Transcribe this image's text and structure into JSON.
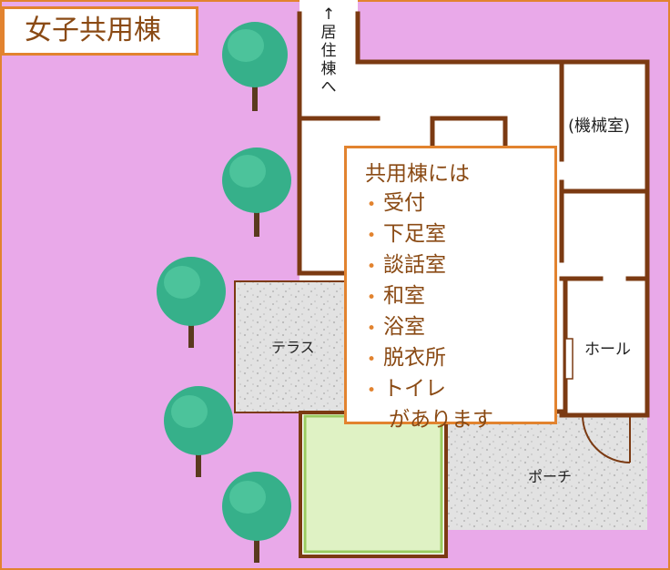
{
  "title": "女子共用棟",
  "arrow_label": [
    "↑",
    "居",
    "住",
    "棟",
    "へ"
  ],
  "rooms": {
    "machine_room": "(機械室)",
    "terrace": "テラス",
    "hall": "ホール",
    "porch": "ポーチ"
  },
  "info": {
    "heading": "共用棟には",
    "items": [
      "受付",
      "下足室",
      "談話室",
      "和室",
      "浴室",
      "脱衣所",
      "トイレ"
    ],
    "footer": "があります"
  },
  "colors": {
    "ground": "#e9a9e9",
    "wall": "#7b3a12",
    "accent": "#e2832f",
    "text_brown": "#8a4a14",
    "tatami": "#dff2c4",
    "tatami_border": "#9acb5f",
    "gravel": "#e3e3e3",
    "tree_leaf": "#36b08a",
    "tree_trunk": "#5a3a1e"
  },
  "trees": [
    "tree",
    "tree",
    "tree",
    "tree",
    "tree"
  ]
}
